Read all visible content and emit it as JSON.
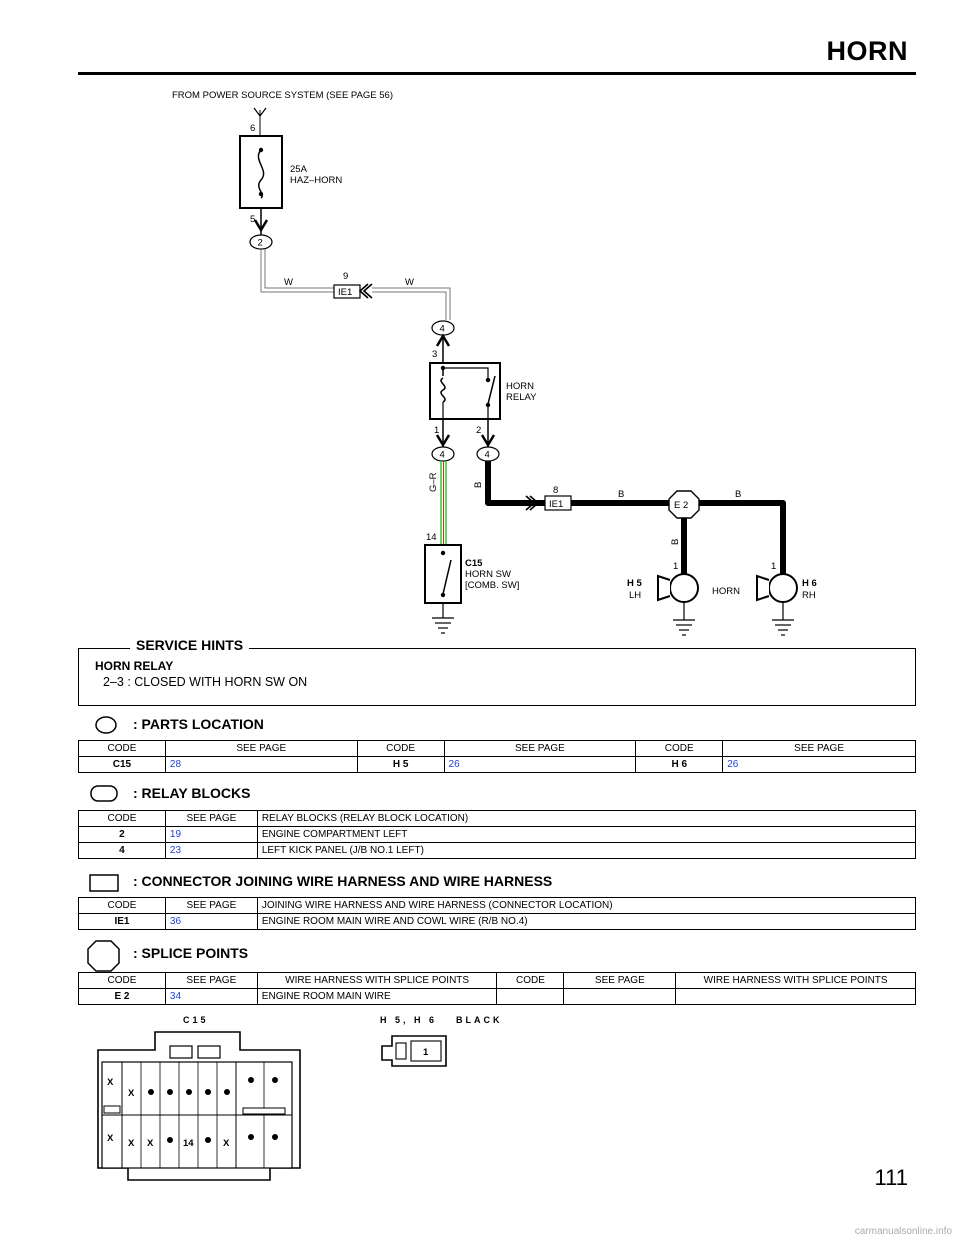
{
  "header": {
    "title": "HORN"
  },
  "diagram": {
    "power_note": "FROM POWER SOURCE SYSTEM (SEE PAGE 56)",
    "fuse_top_pin": "6",
    "fuse_bottom_pin": "5",
    "fuse_amp": "25A",
    "fuse_name": "HAZ–HORN",
    "relay_block_a": "2",
    "wire_w_left": "W",
    "wire_w_right": "W",
    "junction_pin_top": "9",
    "junction_code_top": "IE1",
    "relay_block_b_top": "4",
    "relay_pin_3": "3",
    "relay_name_1": "HORN",
    "relay_name_2": "RELAY",
    "relay_pin_1": "1",
    "relay_pin_2": "2",
    "relay_block_b_left": "4",
    "relay_block_b_right": "4",
    "wire_gr": "G–R",
    "wire_b_vertical": "B",
    "junction_pin_bottom": "8",
    "junction_code_bottom": "IE1",
    "wire_b_left": "B",
    "splice_code": "E 2",
    "wire_b_right": "B",
    "wire_b_down": "B",
    "switch_pin": "14",
    "switch_code": "C15",
    "switch_name_1": "HORN SW",
    "switch_name_2": "[COMB.  SW]",
    "horn_lh_pin": "1",
    "horn_rh_pin": "1",
    "horn_lh_code": "H 5",
    "horn_lh_side": "LH",
    "horn_label": "HORN",
    "horn_rh_code": "H 6",
    "horn_rh_side": "RH"
  },
  "service_hints": {
    "title": "SERVICE HINTS",
    "subtitle": "HORN RELAY",
    "text": "2–3 : CLOSED WITH HORN SW ON"
  },
  "parts_location": {
    "title": ": PARTS LOCATION",
    "headers": [
      "CODE",
      "SEE PAGE",
      "CODE",
      "SEE PAGE",
      "CODE",
      "SEE PAGE"
    ],
    "row": [
      "C15",
      "28",
      "H 5",
      "26",
      "H 6",
      "26"
    ]
  },
  "relay_blocks": {
    "title": ": RELAY BLOCKS",
    "headers": [
      "CODE",
      "SEE PAGE",
      "RELAY BLOCKS (RELAY BLOCK LOCATION)"
    ],
    "rows": [
      [
        "2",
        "19",
        "ENGINE COMPARTMENT LEFT"
      ],
      [
        "4",
        "23",
        "LEFT KICK PANEL (J/B NO.1 LEFT)"
      ]
    ]
  },
  "connector_joining": {
    "title": ": CONNECTOR JOINING WIRE HARNESS AND WIRE HARNESS",
    "headers": [
      "CODE",
      "SEE PAGE",
      "JOINING WIRE HARNESS AND WIRE HARNESS (CONNECTOR LOCATION)"
    ],
    "row": [
      "IE1",
      "36",
      "ENGINE ROOM MAIN WIRE AND COWL WIRE (R/B NO.4)"
    ]
  },
  "splice_points": {
    "title": ": SPLICE POINTS",
    "headers": [
      "CODE",
      "SEE PAGE",
      "WIRE HARNESS WITH SPLICE POINTS",
      "CODE",
      "SEE PAGE",
      "WIRE HARNESS WITH SPLICE POINTS"
    ],
    "row": [
      "E 2",
      "34",
      "ENGINE ROOM MAIN WIRE",
      "",
      "",
      ""
    ]
  },
  "connectors": {
    "c15_label": "C15",
    "h5h6_label": "H 5, H 6",
    "h5h6_color": "BLACK",
    "h5h6_pin": "1",
    "c15_x": "X",
    "c15_pin14": "14"
  },
  "page_number": "111",
  "footer": "carmanualsonline.info"
}
